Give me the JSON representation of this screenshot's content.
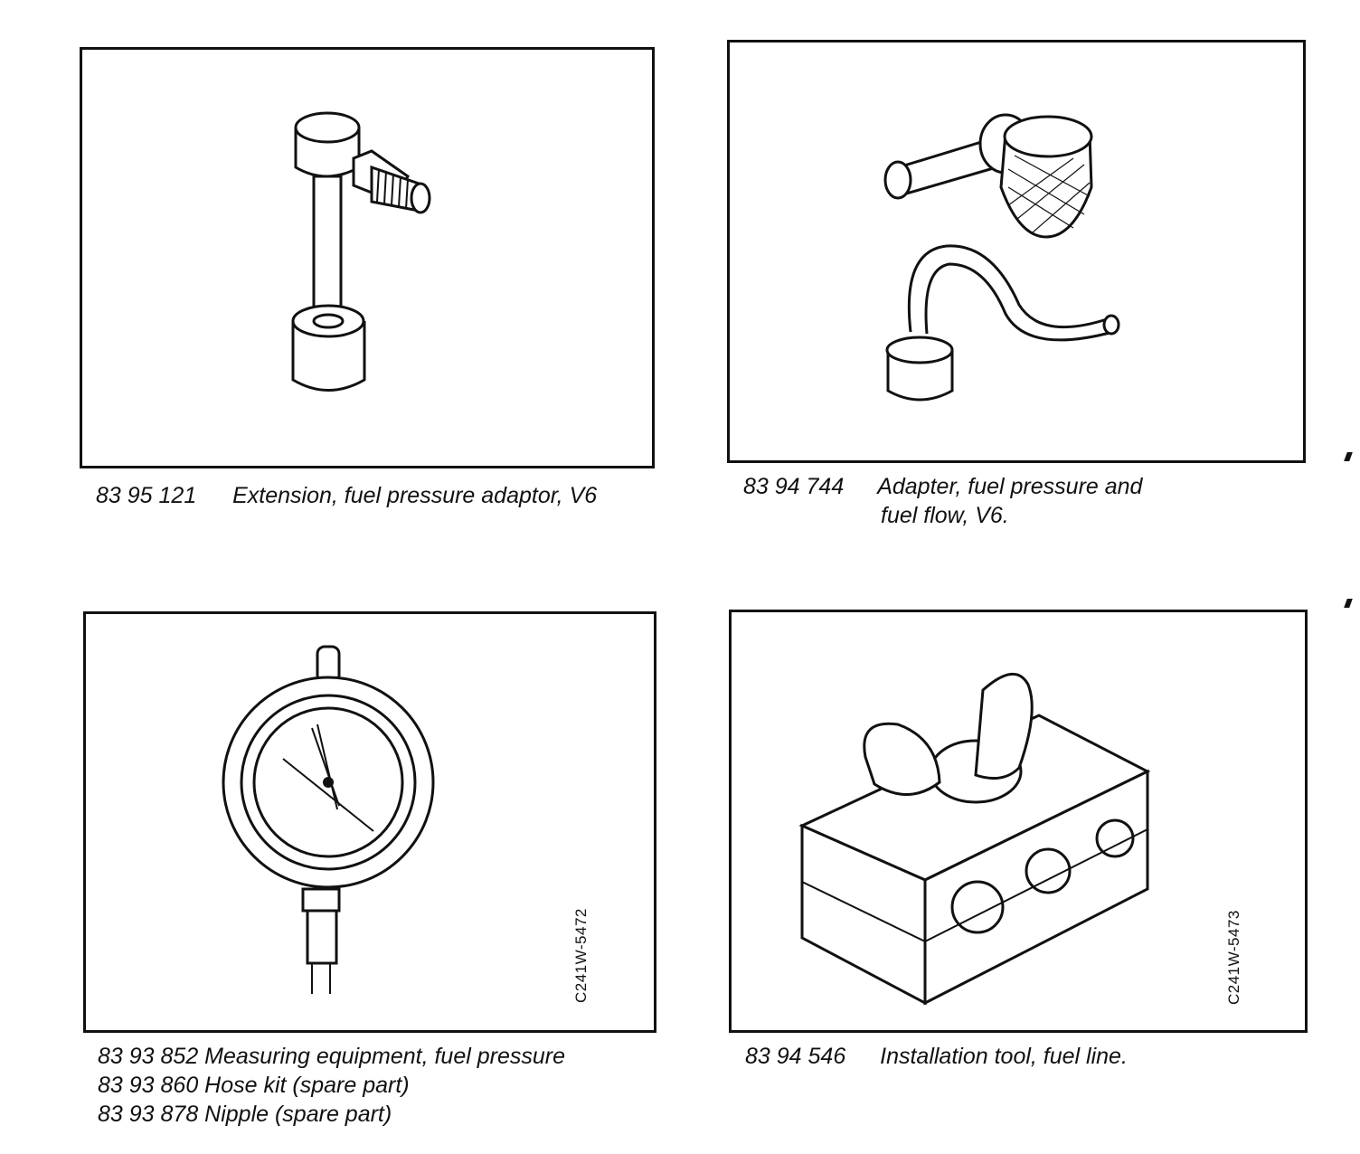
{
  "tools": [
    {
      "id": "tool-1",
      "number": "83 95 121",
      "description": "Extension, fuel pressure adaptor, V6"
    },
    {
      "id": "tool-2",
      "number": "83 94 744",
      "description_line1": "Adapter, fuel pressure and",
      "description_line2": "fuel flow, V6."
    },
    {
      "id": "tool-3",
      "lines": [
        "83 93 852 Measuring equipment, fuel pressure",
        "83 93 860 Hose kit (spare part)",
        "83 93 878 Nipple (spare part)"
      ],
      "figure_code": "C241W-5472"
    },
    {
      "id": "tool-4",
      "number": "83 94 546",
      "description": "Installation tool, fuel line.",
      "figure_code": "C241W-5473"
    }
  ],
  "icons": [
    "fuel-pressure-extension-illustration",
    "fuel-adapter-illustration",
    "pressure-gauge-illustration",
    "installation-tool-illustration"
  ]
}
